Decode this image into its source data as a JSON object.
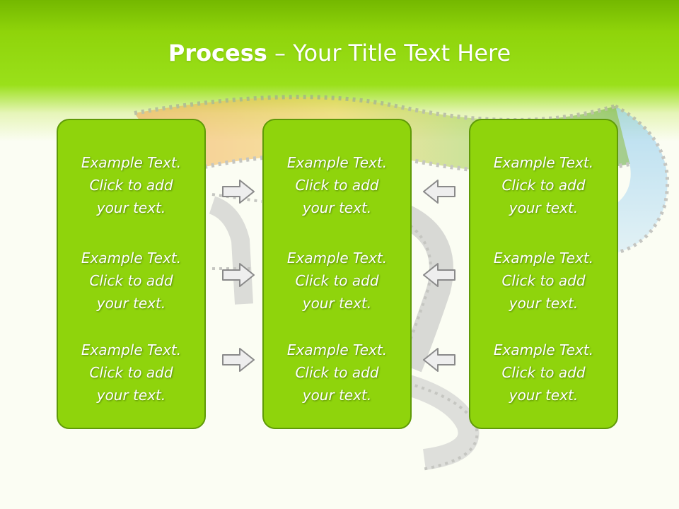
{
  "title": {
    "bold": "Process",
    "rest": " – Your Title Text Here"
  },
  "columns": [
    {
      "items": [
        "Example Text.\nClick  to add\nyour text.",
        "Example Text.\nClick  to add\nyour text.",
        "Example Text.\nClick  to add\nyour text."
      ]
    },
    {
      "items": [
        "Example Text.\nClick  to add\nyour text.",
        "Example Text.\nClick  to add\nyour text.",
        "Example Text.\nClick  to add\nyour text."
      ]
    },
    {
      "items": [
        "Example Text.\nClick  to add\nyour text.",
        "Example Text.\nClick  to add\nyour text.",
        "Example Text.\nClick  to add\nyour text."
      ]
    }
  ],
  "arrows": {
    "left_group": "arrow-right-icon",
    "right_group": "arrow-left-icon"
  },
  "colors": {
    "header_green": "#8fd40a",
    "box_fill": "#8fd40c",
    "box_border": "#5f9a07",
    "arrow_fill": "#eeeeee",
    "arrow_stroke": "#8a8a8a"
  }
}
